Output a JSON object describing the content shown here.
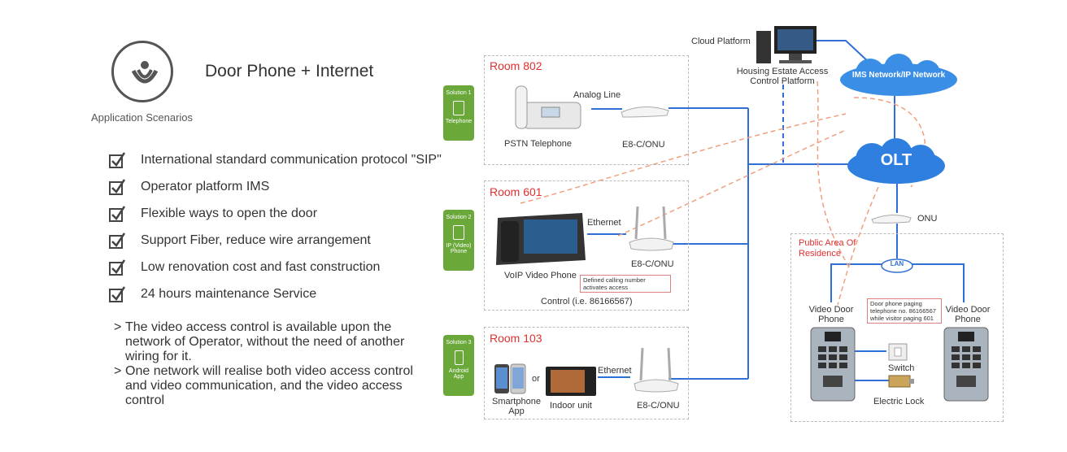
{
  "header": {
    "caption": "Application Scenarios",
    "title": "Door Phone + Internet"
  },
  "features": [
    "International standard communication protocol \"SIP\"",
    "Operator platform IMS",
    "Flexible ways to open the door",
    "Support Fiber, reduce wire arrangement",
    "Low renovation cost and fast construction",
    "24 hours maintenance Service"
  ],
  "notes": [
    "The video access control is available upon the network of Operator, without the need of another wiring for it.",
    "One network will realise both video access control and video communication, and the video access control"
  ],
  "solutions": [
    {
      "num": "Solution 1",
      "type": "Telephone"
    },
    {
      "num": "Solution 2",
      "type": "IP (Video) Phone"
    },
    {
      "num": "Solution 3",
      "type": "Android App"
    }
  ],
  "rooms": {
    "r802": {
      "title": "Room 802",
      "line_label": "Analog Line",
      "phone_label": "PSTN Telephone",
      "onu_label": "E8-C/ONU"
    },
    "r601": {
      "title": "Room 601",
      "eth_label": "Ethernet",
      "phone_label": "VoIP Video Phone",
      "onu_label": "E8-C/ONU",
      "callout": "Defined calling number activates access",
      "control": "Control (i.e. 86166567)"
    },
    "r103": {
      "title": "Room 103",
      "eth_label": "Ethernet",
      "app_label": "Smartphone App",
      "or": "or",
      "indoor_label": "Indoor unit",
      "onu_label": "E8-C/ONU"
    }
  },
  "network": {
    "cloud_platform": "Cloud Platform",
    "housing": "Housing Estate Access Control Platform",
    "ims": "IMS Network/IP Network",
    "olt": "OLT",
    "onu": "ONU",
    "lan": "LAN"
  },
  "public_area": {
    "title": "Public Area Of Residence",
    "door_left": "Video Door Phone",
    "door_right": "Video Door Phone",
    "callout": "Door phone paging telephone no. 86166567 while visitor paging 601",
    "switch": "Switch",
    "lock": "Electric Lock"
  },
  "colors": {
    "accent_green": "#6aa83a",
    "room_title_red": "#e03030",
    "wire_blue": "#2f6fd6",
    "cloud_blue": "#3a8ee6",
    "dashed_signal": "#f0a080"
  }
}
